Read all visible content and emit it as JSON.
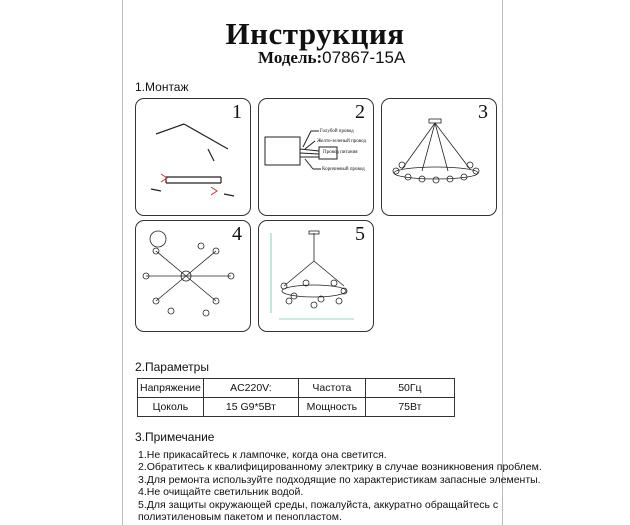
{
  "header": {
    "title": "Инструкция",
    "model_label": "Модель:",
    "model_value": "07867-15A"
  },
  "sections": {
    "mounting": {
      "heading": "1.Монтаж",
      "panels": [
        "1",
        "2",
        "3",
        "4",
        "5"
      ],
      "wire_labels": [
        "Голубой провод",
        "Желто-зеленый провод",
        "Провод питания",
        "Коричневый провод"
      ]
    },
    "params": {
      "heading": "2.Параметры",
      "rows": [
        [
          "Напряжение",
          "AC220V:",
          "Частота",
          "50Гц"
        ],
        [
          "Цоколь",
          "15 G9*5Вт",
          "Мощность",
          "75Вт"
        ]
      ]
    },
    "notes": {
      "heading": "3.Примечание",
      "items": [
        "1.Не прикасайтесь к лампочке, когда она светится.",
        "2.Обратитесь к квалифицированному электрику в случае возникновения проблем.",
        "3.Для ремонта используйте подходящие по характеристикам запасные элементы.",
        "4.Не очищайте светильник водой.",
        "5.Для защиты окружающей среды, пожалуйста, аккуратно обращайтесь с",
        "полиэтиленовым пакетом и пенопластом."
      ]
    }
  }
}
